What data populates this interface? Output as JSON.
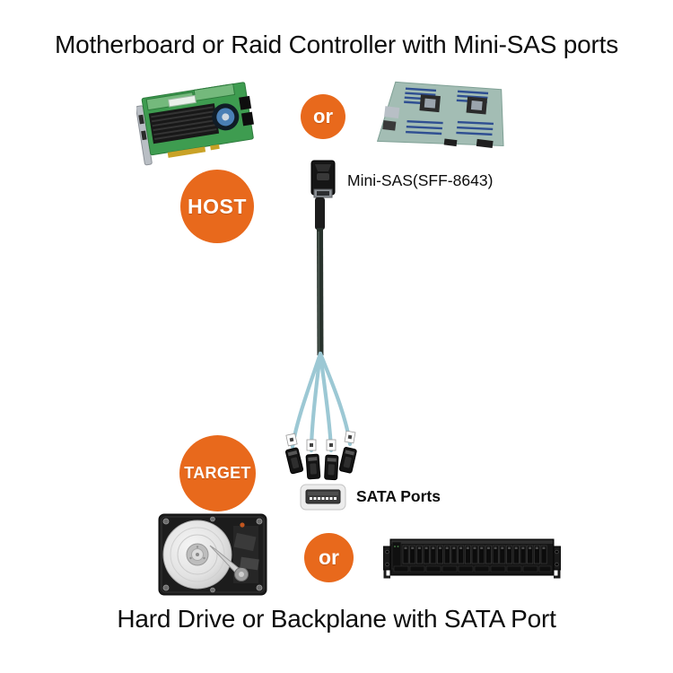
{
  "page": {
    "title_top": "Motherboard or Raid Controller with Mini-SAS ports",
    "title_bottom": "Hard Drive or Backplane with SATA Port"
  },
  "badges": {
    "or": "or",
    "host": "HOST",
    "target": "TARGET"
  },
  "labels": {
    "minisas_connector": "Mini-SAS(SFF-8643)",
    "sata_ports": "SATA Ports"
  },
  "colors": {
    "badge_orange": "#E8691C",
    "badge_text": "#FFFFFF",
    "title_text": "#0D0D0D",
    "cable_sleeve": "#28322C",
    "cable_blue": "#9CC8D4",
    "pcb_green": "#3E9C50",
    "motherboard_teal": "#A3BDB4",
    "connector_black": "#151515"
  },
  "icons": {
    "raid_controller": "raid-controller-card-image",
    "motherboard": "motherboard-image",
    "minisas_connector": "mini-sas-connector-icon",
    "fanout_cable": "sas-to-sata-fanout-cable-icon",
    "sata_port": "sata-port-icon",
    "hard_drive": "hard-drive-image",
    "backplane": "backplane-image"
  }
}
